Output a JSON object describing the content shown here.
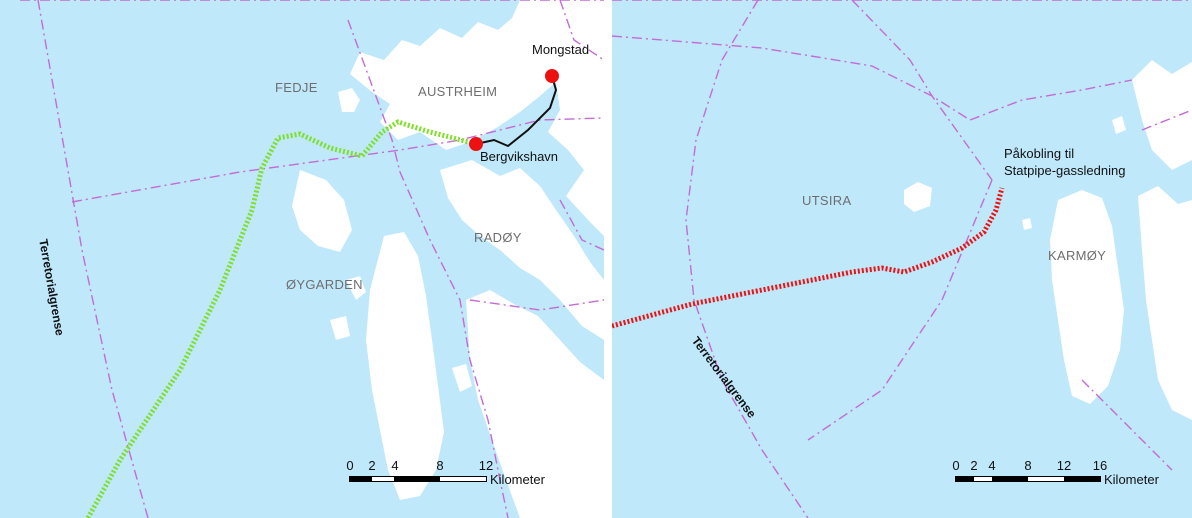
{
  "colors": {
    "sea": "#bfe8fb",
    "land": "#ffffff",
    "boundary": "#c46bd6",
    "pipeline_left": "#7ee02a",
    "pipeline_right": "#ee1111",
    "onshore_route": "#111111",
    "marker": "#ee1111"
  },
  "left_map": {
    "places": {
      "mongstad": "Mongstad",
      "bergvikshavn": "Bergvikshavn"
    },
    "regions": {
      "fedje": "FEDJE",
      "austrheim": "AUSTRHEIM",
      "radoy": "RADØY",
      "oygarden": "ØYGARDEN"
    },
    "boundary_label": "Terretorialgrense",
    "scale": {
      "ticks": [
        "0",
        "2",
        "4",
        "8",
        "12"
      ],
      "unit": "Kilometer"
    }
  },
  "right_map": {
    "annotation_line1": "Påkobling til",
    "annotation_line2": "Statpipe-gassledning",
    "regions": {
      "utsira": "UTSIRA",
      "karmoy": "KARMØY"
    },
    "boundary_label": "Terretorialgrense",
    "scale": {
      "ticks": [
        "0",
        "2",
        "4",
        "8",
        "12",
        "16"
      ],
      "unit": "Kilometer"
    }
  }
}
